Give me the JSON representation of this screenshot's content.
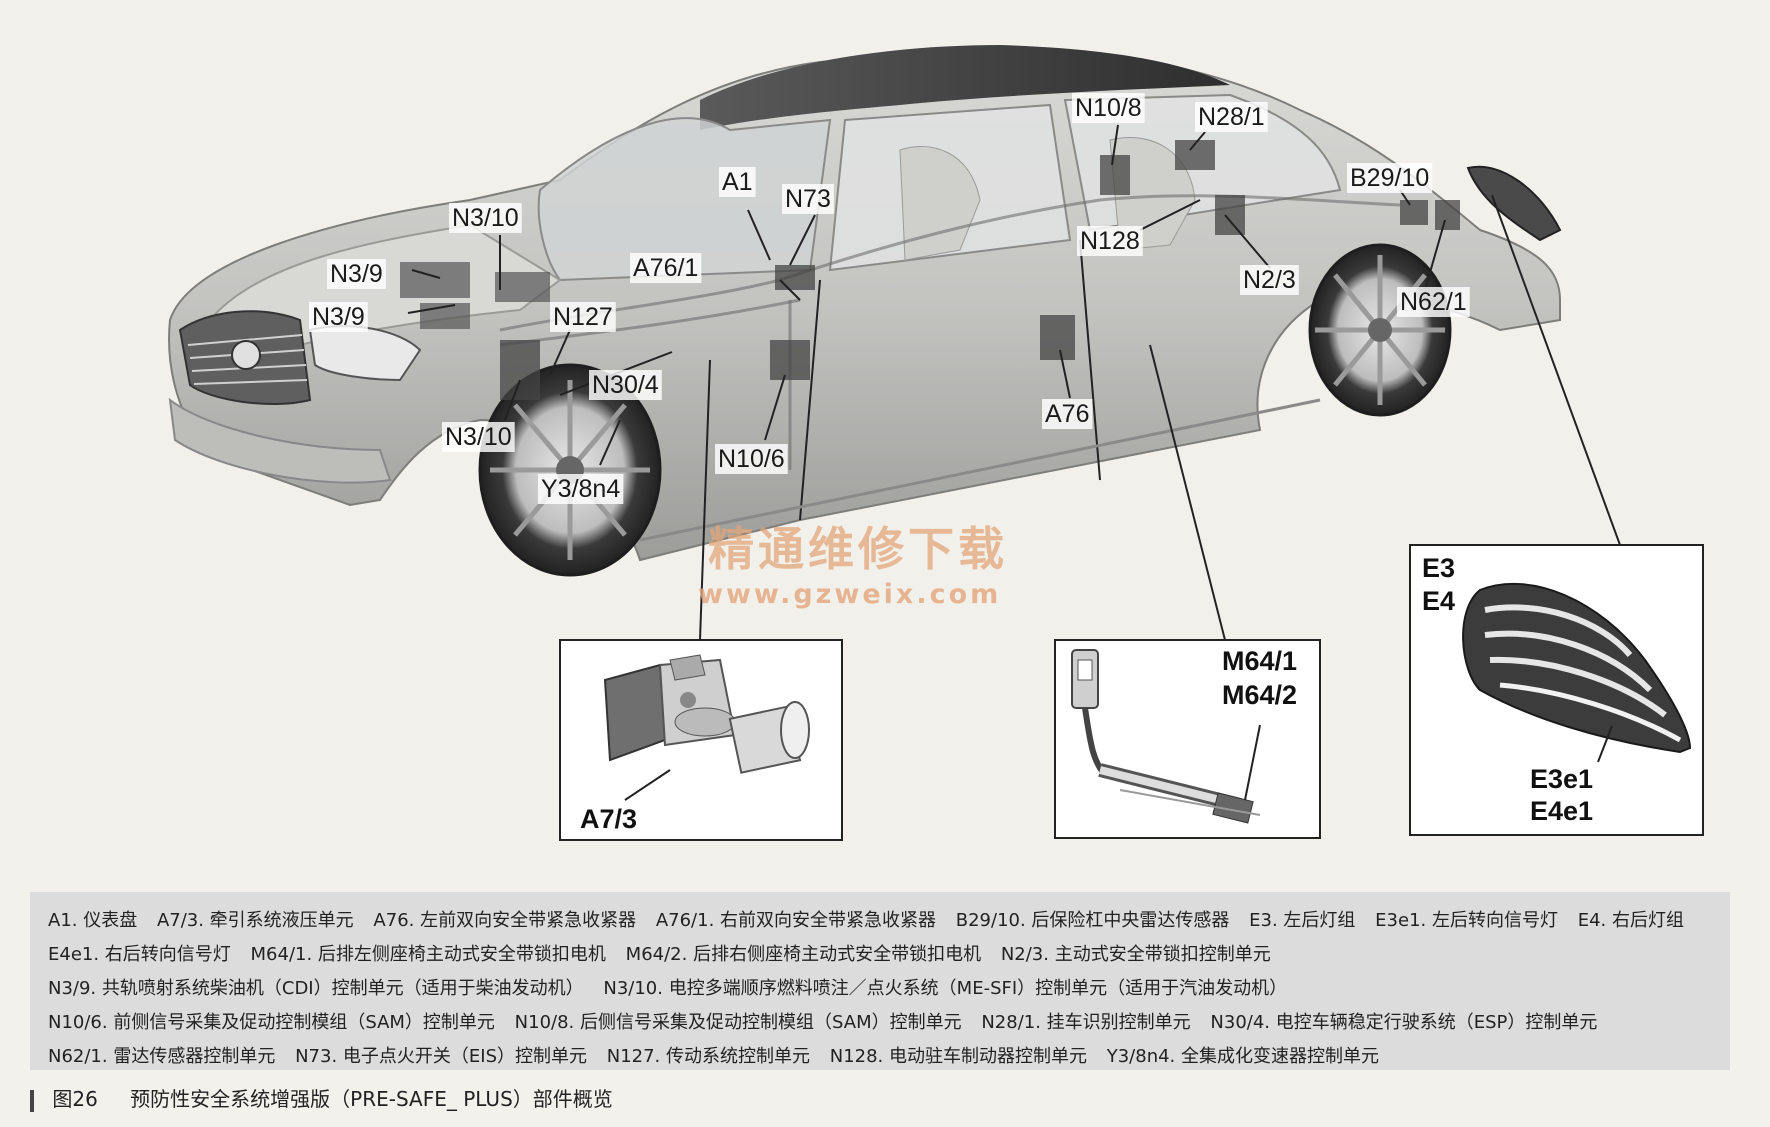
{
  "callouts": {
    "A1": "A1",
    "N73": "N73",
    "N3_10_top": "N3/10",
    "N3_9_a": "N3/9",
    "N3_9_b": "N3/9",
    "A76_1": "A76/1",
    "N127": "N127",
    "N30_4": "N30/4",
    "N3_10_bottom": "N3/10",
    "Y3_8n4": "Y3/8n4",
    "N10_6": "N10/6",
    "A76": "A76",
    "N10_8": "N10/8",
    "N28_1": "N28/1",
    "N128": "N128",
    "N2_3": "N2/3",
    "B29_10": "B29/10",
    "N62_1": "N62/1"
  },
  "insets": {
    "pump": {
      "label": "A7/3"
    },
    "motor": {
      "label_1": "M64/1",
      "label_2": "M64/2"
    },
    "lamp": {
      "top_1": "E3",
      "top_2": "E4",
      "bottom_1": "E3e1",
      "bottom_2": "E4e1"
    }
  },
  "watermark": {
    "line1": "精通维修下载",
    "line2": "www.gzweix.com"
  },
  "legend": [
    "A1. 仪表盘",
    "A7/3. 牵引系统液压单元",
    "A76. 左前双向安全带紧急收紧器",
    "A76/1. 右前双向安全带紧急收紧器",
    "B29/10. 后保险杠中央雷达传感器",
    "E3. 左后灯组",
    "E3e1. 左后转向信号灯",
    "E4. 右后灯组",
    "E4e1. 右后转向信号灯",
    "M64/1. 后排左侧座椅主动式安全带锁扣电机",
    "M64/2. 后排右侧座椅主动式安全带锁扣电机",
    "N2/3. 主动式安全带锁扣控制单元",
    "N3/9. 共轨喷射系统柴油机（CDI）控制单元（适用于柴油发动机）",
    "N3/10. 电控多端顺序燃料喷注／点火系统（ME-SFI）控制单元（适用于汽油发动机）",
    "N10/6. 前侧信号采集及促动控制模组（SAM）控制单元",
    "N10/8. 后侧信号采集及促动控制模组（SAM）控制单元",
    "N28/1. 挂车识别控制单元",
    "N30/4. 电控车辆稳定行驶系统（ESP）控制单元",
    "N62/1. 雷达传感器控制单元",
    "N73. 电子点火开关（EIS）控制单元",
    "N127. 传动系统控制单元",
    "N128. 电动驻车制动器控制单元",
    "Y3/8n4. 全集成化变速器控制单元"
  ],
  "caption": {
    "number": "图26",
    "title": "预防性安全系统增强版（PRE-SAFE_ PLUS）部件概览"
  }
}
